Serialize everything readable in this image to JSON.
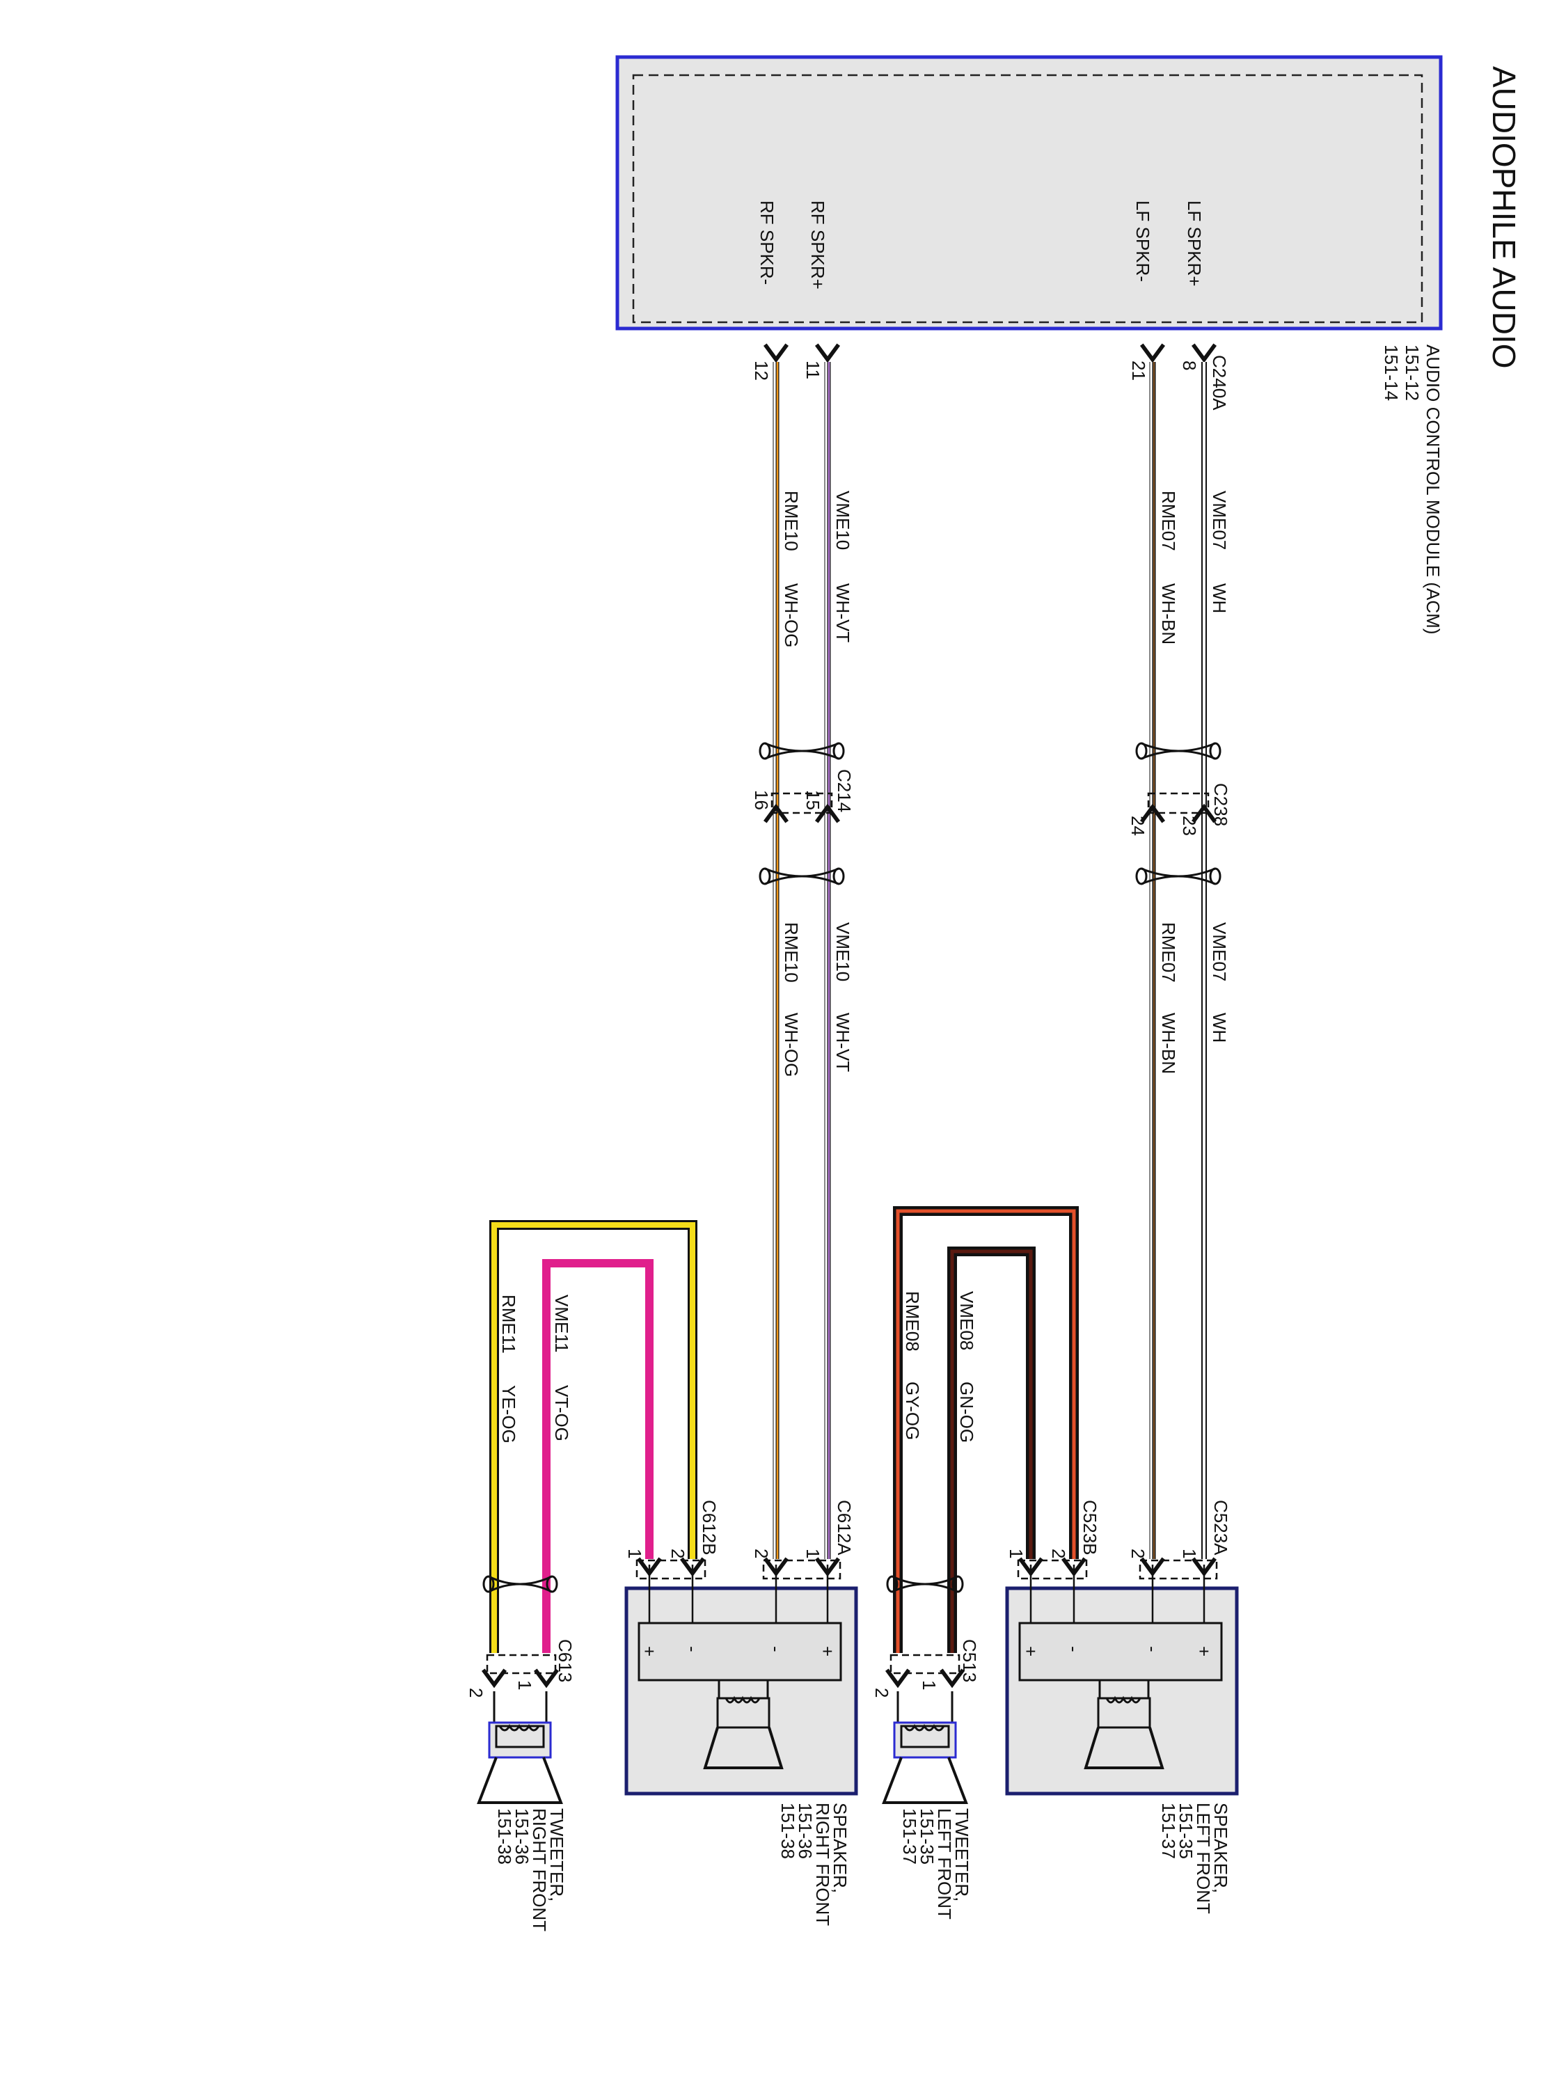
{
  "page_title": "AUDIOPHILE AUDIO",
  "acm": {
    "name": "AUDIO CONTROL MODULE (ACM)",
    "ref1": "151-12",
    "ref2": "151-14",
    "connector": "C240A",
    "pins": {
      "lf_plus": "LF SPKR+",
      "lf_minus": "LF SPKR-",
      "rf_plus": "RF SPKR+",
      "rf_minus": "RF SPKR-"
    },
    "pin_numbers": {
      "lf_plus": "8",
      "lf_minus": "21",
      "rf_plus": "11",
      "rf_minus": "12"
    }
  },
  "circuits": {
    "lf_plus": {
      "circuit": "VME07",
      "color": "WH"
    },
    "lf_minus": {
      "circuit": "RME07",
      "color": "WH-BN"
    },
    "rf_plus": {
      "circuit": "VME10",
      "color": "WH-VT"
    },
    "rf_minus": {
      "circuit": "RME10",
      "color": "WH-OG"
    },
    "lt_plus": {
      "circuit": "VME08",
      "color": "GN-OG"
    },
    "lt_minus": {
      "circuit": "RME08",
      "color": "GY-OG"
    },
    "rt_plus": {
      "circuit": "VME11",
      "color": "VT-OG"
    },
    "rt_minus": {
      "circuit": "RME11",
      "color": "YE-OG"
    }
  },
  "inline_connectors": {
    "c238": {
      "name": "C238",
      "pin_a": "23",
      "pin_b": "24"
    },
    "c214": {
      "name": "C214",
      "pin_a": "15",
      "pin_b": "16"
    }
  },
  "speaker_lf": {
    "connector_a": "C523A",
    "connector_b": "C523B",
    "pins_a": [
      "1",
      "2"
    ],
    "pins_b": [
      "2",
      "1"
    ],
    "terminals": [
      "+",
      "-",
      "-",
      "+"
    ],
    "label": [
      "SPEAKER,",
      "LEFT FRONT",
      "151-35",
      "151-37"
    ]
  },
  "speaker_rf": {
    "connector_a": "C612A",
    "connector_b": "C612B",
    "pins_a": [
      "1",
      "2"
    ],
    "pins_b": [
      "2",
      "1"
    ],
    "terminals": [
      "+",
      "-",
      "-",
      "+"
    ],
    "label": [
      "SPEAKER,",
      "RIGHT FRONT",
      "151-36",
      "151-38"
    ]
  },
  "tweeter_lf": {
    "connector": "C513",
    "pins": [
      "1",
      "2"
    ],
    "label": [
      "TWEETER,",
      "LEFT FRONT",
      "151-35",
      "151-37"
    ]
  },
  "tweeter_rf": {
    "connector": "C613",
    "pins": [
      "1",
      "2"
    ],
    "label": [
      "TWEETER,",
      "RIGHT FRONT",
      "151-36",
      "151-38"
    ]
  },
  "colors": {
    "module_border": "#2b2bd1",
    "wire_white": "#ffffff",
    "wire_brown": "#8a5a2b",
    "wire_violet": "#b57bd6",
    "wire_orange": "#f39a1c",
    "wire_green": "#2a2a2a",
    "wire_red_orange": "#e3502a",
    "wire_magenta": "#e01f8c",
    "wire_yellow": "#f5dd1a",
    "box_fill": "#e5e5e5",
    "box_border": "#1b1f6e"
  }
}
